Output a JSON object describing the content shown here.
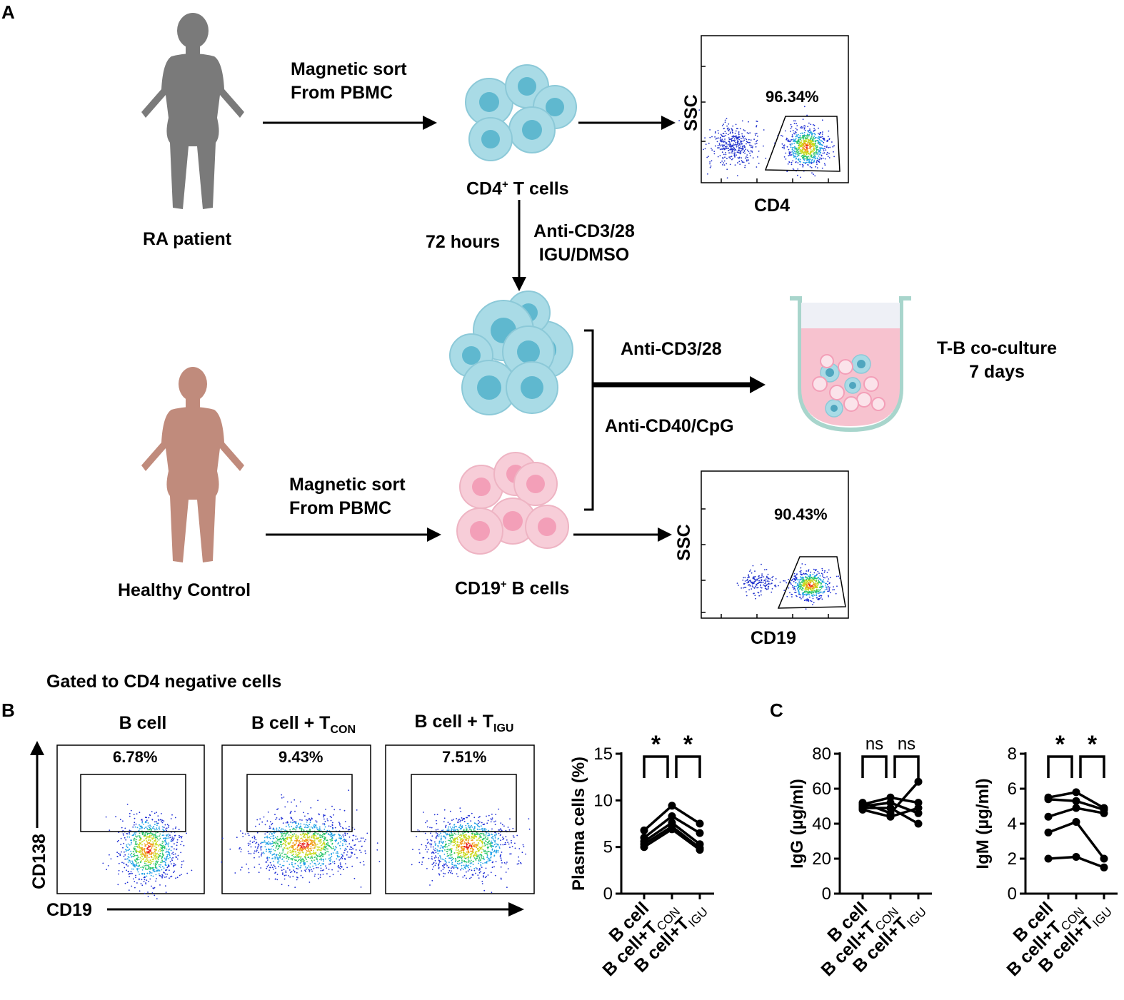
{
  "panels": {
    "a": "A",
    "b": "B",
    "c": "C"
  },
  "panel_a": {
    "donor_ra": "RA patient",
    "donor_hc": "Healthy Control",
    "sort_top": [
      "Magnetic sort",
      "From PBMC"
    ],
    "sort_bottom": [
      "Magnetic sort",
      "From PBMC"
    ],
    "cd4_cells": "CD4",
    "cd4_cells_sup": "+",
    "cd4_cells_rest": " T cells",
    "cd19_cells": "CD19",
    "cd19_cells_sup": "+",
    "cd19_cells_rest": " B cells",
    "time_label": "72 hours",
    "stim_label": [
      "Anti-CD3/28",
      "IGU/DMSO"
    ],
    "coculture_stim_t": "Anti-CD3/28",
    "coculture_stim_b": "Anti-CD40/CpG",
    "coculture_label": [
      "T-B co-culture",
      "7 days"
    ],
    "flow_cd4": {
      "ylabel": "SSC",
      "xlabel": "CD4",
      "percent": "96.34%"
    },
    "flow_cd19": {
      "ylabel": "SSC",
      "xlabel": "CD19",
      "percent": "90.43%"
    },
    "colors": {
      "t_cell": "#9fd6e2",
      "t_nucleus": "#5fb8cf",
      "b_cell": "#f6c6d2",
      "b_nucleus": "#f092ad",
      "human_ra": "#7a7a7a",
      "human_hc": "#c08b7c",
      "medium": "#f7c2cf"
    }
  },
  "panel_b": {
    "gate_note": "Gated to CD4 negative cells",
    "plots": [
      {
        "title": "B cell",
        "title_sub": "",
        "percent": "6.78%"
      },
      {
        "title": "B cell + T",
        "title_sub": "CON",
        "percent": "9.43%"
      },
      {
        "title": "B cell + T",
        "title_sub": "IGU",
        "percent": "7.51%"
      }
    ],
    "yaxis": "CD138",
    "xaxis": "CD19"
  },
  "chart_data": [
    {
      "type": "line",
      "ylabel": "Plasma cells (%)",
      "ylim": [
        0,
        15
      ],
      "yticks": [
        0,
        5,
        10,
        15
      ],
      "categories": [
        "B cell",
        "B cell+T CON",
        "B cell+T IGU"
      ],
      "category_labels": [
        {
          "main": "B cell",
          "sub": ""
        },
        {
          "main": "B cell+T",
          "sub": "CON"
        },
        {
          "main": "B cell+T",
          "sub": "IGU"
        }
      ],
      "significance": [
        "*",
        "*"
      ],
      "series": [
        {
          "values": [
            6.78,
            9.43,
            7.51
          ]
        },
        {
          "values": [
            6.0,
            8.3,
            6.5
          ]
        },
        {
          "values": [
            5.6,
            7.6,
            5.3
          ]
        },
        {
          "values": [
            5.3,
            7.2,
            4.9
          ]
        },
        {
          "values": [
            5.0,
            6.9,
            4.7
          ]
        }
      ]
    },
    {
      "type": "line",
      "ylabel": "IgG (µg/ml)",
      "ylim": [
        0,
        80
      ],
      "yticks": [
        0,
        20,
        40,
        60,
        80
      ],
      "categories": [
        "B cell",
        "B cell+T CON",
        "B cell+T IGU"
      ],
      "category_labels": [
        {
          "main": "B cell",
          "sub": ""
        },
        {
          "main": "B cell+T",
          "sub": "CON"
        },
        {
          "main": "B cell+T",
          "sub": "IGU"
        }
      ],
      "significance": [
        "ns",
        "ns"
      ],
      "series": [
        {
          "values": [
            52,
            46,
            64
          ]
        },
        {
          "values": [
            51,
            55,
            52
          ]
        },
        {
          "values": [
            50,
            52,
            46
          ]
        },
        {
          "values": [
            49,
            49,
            40
          ]
        },
        {
          "values": [
            48,
            44,
            49
          ]
        }
      ]
    },
    {
      "type": "line",
      "ylabel": "IgM (µg/ml)",
      "ylim": [
        0,
        8
      ],
      "yticks": [
        0,
        2,
        4,
        6,
        8
      ],
      "categories": [
        "B cell",
        "B cell+T CON",
        "B cell+T IGU"
      ],
      "category_labels": [
        {
          "main": "B cell",
          "sub": ""
        },
        {
          "main": "B cell+T",
          "sub": "CON"
        },
        {
          "main": "B cell+T",
          "sub": "IGU"
        }
      ],
      "significance": [
        "*",
        "*"
      ],
      "series": [
        {
          "values": [
            5.5,
            5.8,
            4.9
          ]
        },
        {
          "values": [
            5.4,
            5.3,
            4.8
          ]
        },
        {
          "values": [
            4.4,
            4.9,
            4.6
          ]
        },
        {
          "values": [
            3.5,
            4.1,
            2.0
          ]
        },
        {
          "values": [
            2.0,
            2.1,
            1.5
          ]
        }
      ]
    }
  ]
}
